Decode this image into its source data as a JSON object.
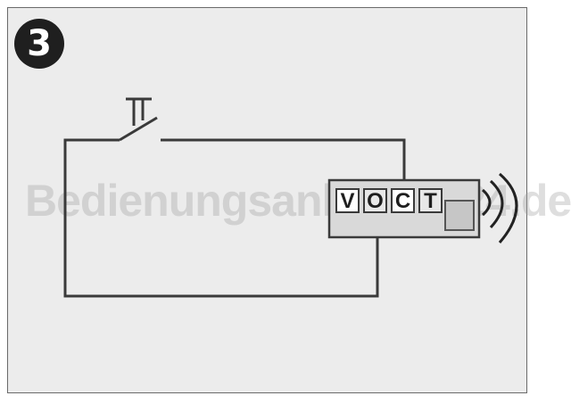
{
  "step": {
    "number": "3"
  },
  "watermark": {
    "text": "Bedienungsanleitung24.de"
  },
  "device": {
    "keys": [
      {
        "label": "V"
      },
      {
        "label": "O"
      },
      {
        "label": "C"
      },
      {
        "label": "T"
      }
    ]
  },
  "colors": {
    "panel_bg": "#ececec",
    "wire": "#3a3a3a",
    "badge_bg": "#1f1f1f"
  }
}
